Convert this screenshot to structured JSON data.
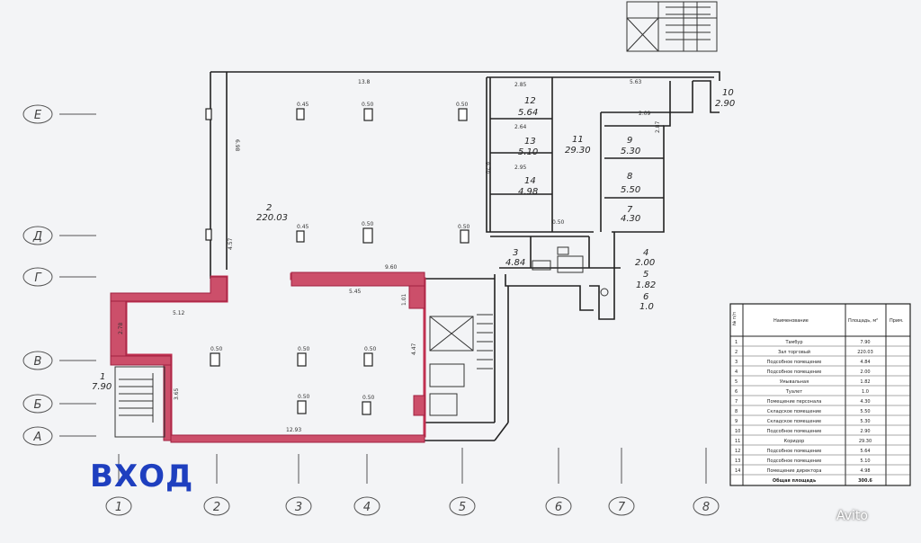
{
  "entry_label": "ВХОД",
  "watermark": "Avito",
  "axes_rows": [
    "Е",
    "Д",
    "Г",
    "В",
    "Б",
    "А"
  ],
  "axes_cols": [
    "1",
    "2",
    "3",
    "4",
    "5",
    "6",
    "7",
    "8"
  ],
  "rooms": {
    "r1": {
      "num": "1",
      "area": "7.90"
    },
    "r2": {
      "num": "2",
      "area": "220.03"
    },
    "r3": {
      "num": "3",
      "area": "4.84"
    },
    "r4": {
      "num": "4",
      "area": "2.00"
    },
    "r5": {
      "num": "5",
      "area": "1.82"
    },
    "r6": {
      "num": "6",
      "area": "1.0"
    },
    "r7": {
      "num": "7",
      "area": "4.30"
    },
    "r8": {
      "num": "8",
      "area": "5.50"
    },
    "r9": {
      "num": "9",
      "area": "5.30"
    },
    "r10": {
      "num": "10",
      "area": "2.90"
    },
    "r11": {
      "num": "11",
      "area": "29.30"
    },
    "r12": {
      "num": "12",
      "area": "5.64"
    },
    "r13": {
      "num": "13",
      "area": "5.10"
    },
    "r14": {
      "num": "14",
      "area": "4.98"
    }
  },
  "dims": {
    "d1": "13.8",
    "d2": "5.63",
    "d3": "6.98",
    "d4": "4.57",
    "d5": "9.60",
    "d6": "5.45",
    "d7": "5.12",
    "d8": "12.93",
    "d9": "4.47",
    "d10": "1.01",
    "d11": "2.78",
    "d12": "3.65",
    "d13": "2.85",
    "d14": "2.64",
    "d15": "2.95",
    "d16": "9.70",
    "d17": "2.87",
    "d18": "0.50",
    "d19": "2.09"
  },
  "columns_marks": {
    "c1": "0.45",
    "c2": "0.50",
    "c3": "0.50",
    "c4": "0.45",
    "c5": "0.50",
    "c6": "0.50",
    "c7": "0.50",
    "c8": "0.50",
    "c9": "0.50",
    "c10": "0.50",
    "c11": "0.50"
  },
  "table": {
    "h_num": "№ п/п",
    "h_name": "Наименование",
    "h_area": "Площадь, м²",
    "h_note": "Прим.",
    "rows": [
      {
        "n": "1",
        "name": "Тамбур",
        "area": "7.90"
      },
      {
        "n": "2",
        "name": "Зал торговый",
        "area": "220.03"
      },
      {
        "n": "3",
        "name": "Подсобное помещение",
        "area": "4.84"
      },
      {
        "n": "4",
        "name": "Подсобное помещение",
        "area": "2.00"
      },
      {
        "n": "5",
        "name": "Умывальная",
        "area": "1.82"
      },
      {
        "n": "6",
        "name": "Туалет",
        "area": "1.0"
      },
      {
        "n": "7",
        "name": "Помещение персонала",
        "area": "4.30"
      },
      {
        "n": "8",
        "name": "Складское помещение",
        "area": "5.50"
      },
      {
        "n": "9",
        "name": "Складское помещение",
        "area": "5.30"
      },
      {
        "n": "10",
        "name": "Подсобное помещение",
        "area": "2.90"
      },
      {
        "n": "11",
        "name": "Коридор",
        "area": "29.30"
      },
      {
        "n": "12",
        "name": "Подсобное помещение",
        "area": "5.64"
      },
      {
        "n": "13",
        "name": "Подсобное помещение",
        "area": "5.10"
      },
      {
        "n": "14",
        "name": "Помещение директора",
        "area": "4.98"
      }
    ],
    "total_label": "Общая площадь",
    "total_value": "300.6"
  }
}
